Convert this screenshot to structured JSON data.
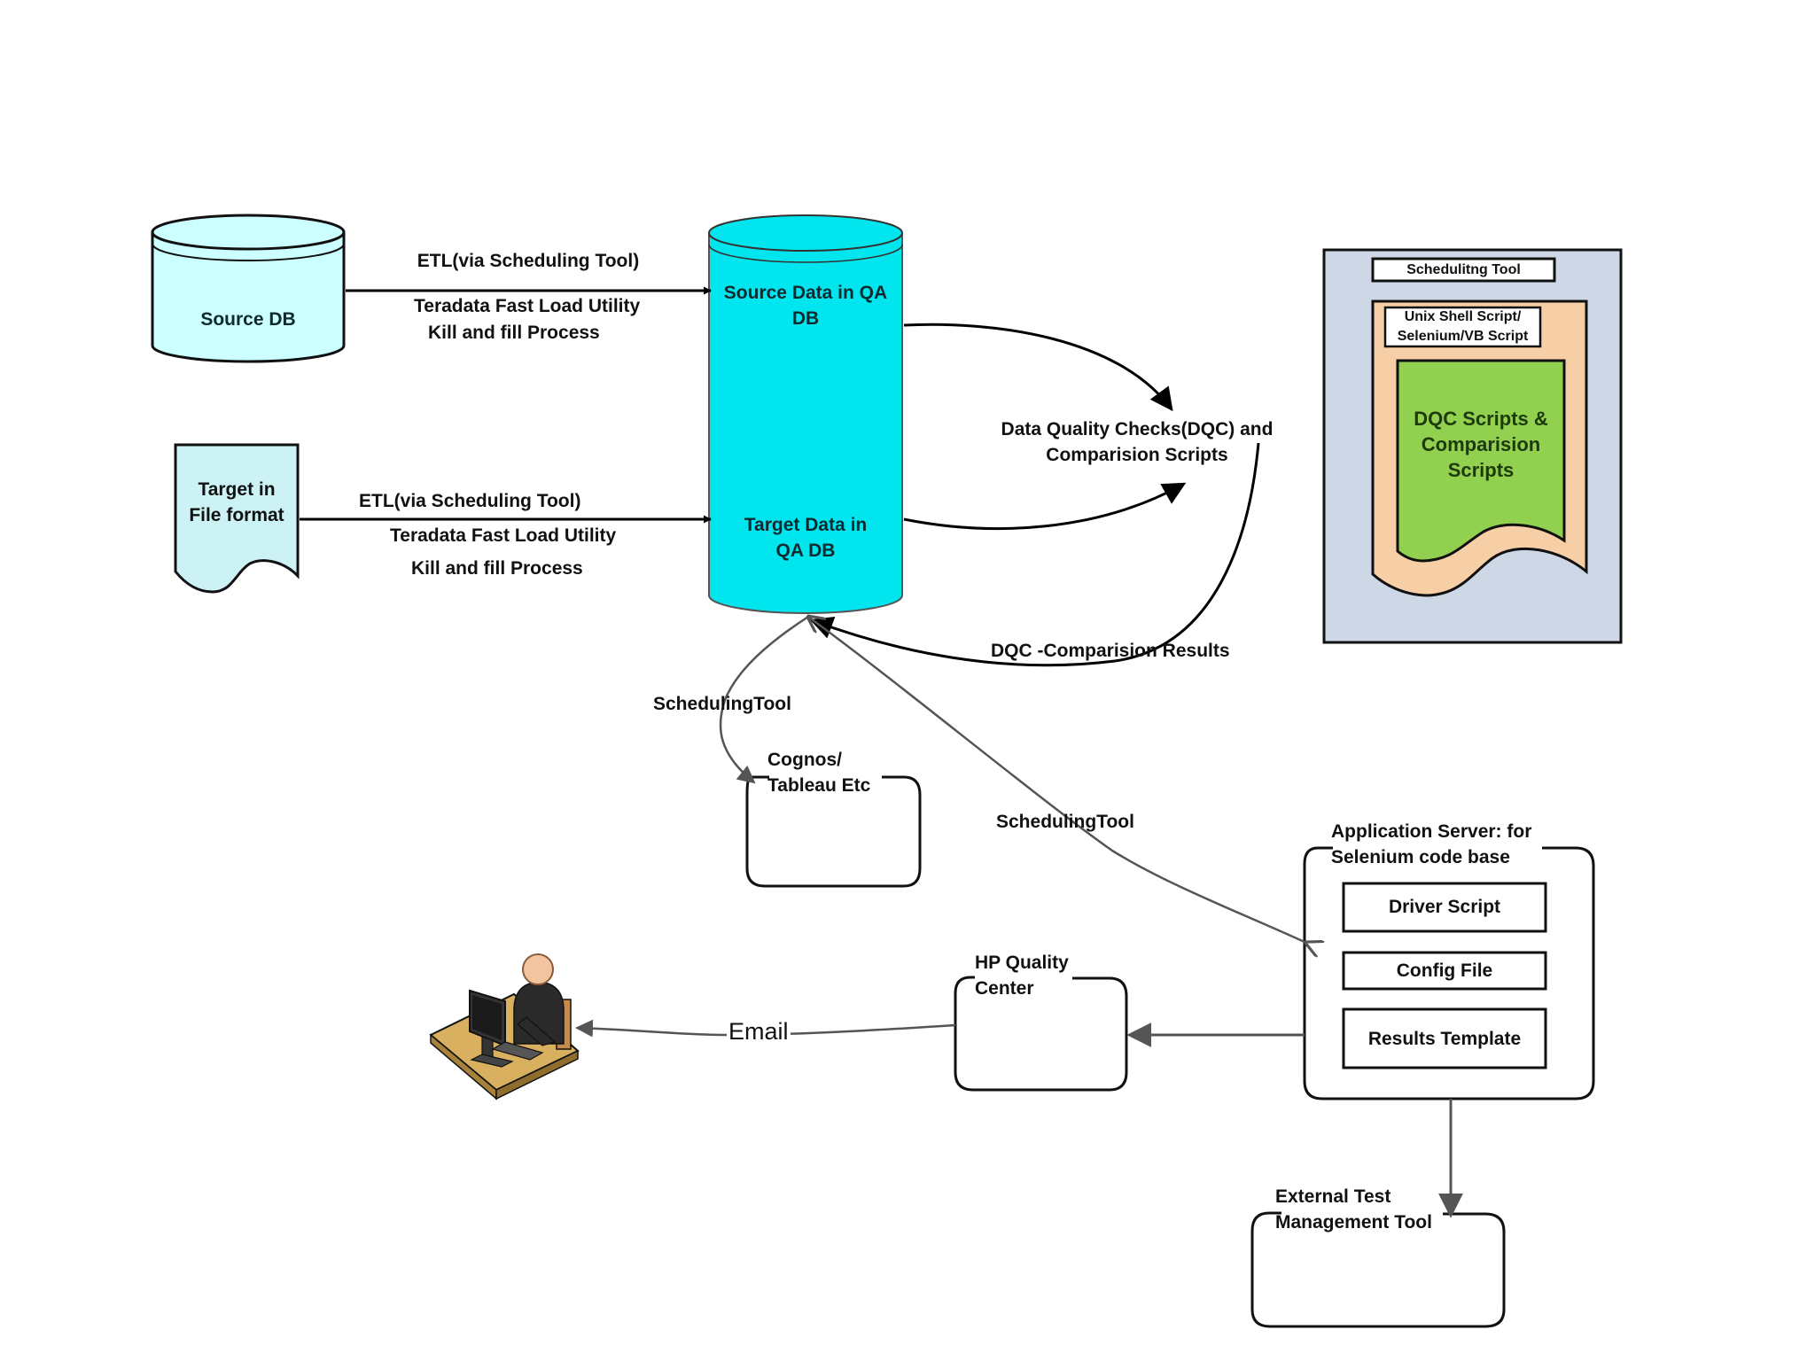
{
  "nodes": {
    "source_db": "Source DB",
    "target_file": [
      "Target in",
      "File format"
    ],
    "qa_source": [
      "Source Data in QA",
      "DB"
    ],
    "qa_target": [
      "Target Data in",
      "QA DB"
    ],
    "dqc": [
      "Data Quality Checks(DQC) and",
      "Comparision Scripts"
    ],
    "scheduling_panel": {
      "title": "Schedulitng Tool",
      "unix": [
        "Unix Shell Script/",
        "Selenium/VB Script"
      ],
      "dqc_scripts": [
        "DQC Scripts &",
        "Comparision",
        "Scripts"
      ]
    },
    "cognos": [
      "Cognos/",
      "Tableau Etc"
    ],
    "app_server": {
      "title": [
        "Application Server: for",
        "Selenium code base"
      ],
      "items": [
        "Driver Script",
        "Config File",
        "Results Template"
      ]
    },
    "hp_qc": [
      "HP Quality",
      "Center"
    ],
    "external_tool": [
      "External Test",
      "Management Tool"
    ]
  },
  "edges": {
    "etl_top": "ETL(via Scheduling Tool)",
    "teradata_top": "Teradata Fast Load Utility",
    "kill_top": "Kill and fill Process",
    "etl_bottom": "ETL(via Scheduling Tool)",
    "teradata_bottom": "Teradata Fast Load Utility",
    "kill_bottom": "Kill and fill Process",
    "dqc_results": "DQC -Comparision Results",
    "scheduling_cognos": "SchedulingTool",
    "scheduling_app": "SchedulingTool",
    "email": "Email"
  },
  "colors": {
    "source_db_fill": "#ccffff",
    "qa_db_fill": "#00e5ee",
    "target_file_fill": "#ccf2f6",
    "panel_fill": "#cdd7e5",
    "unix_fill": "#f7cfa6",
    "dqc_fill": "#92d050",
    "arrow_black": "#000000",
    "arrow_grey": "#555555"
  },
  "icons": [
    "user-at-computer-icon"
  ]
}
